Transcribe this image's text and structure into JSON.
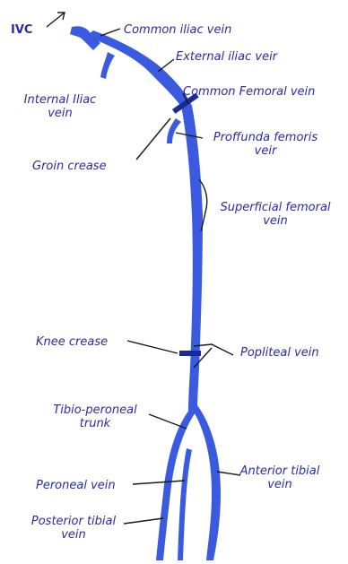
{
  "labels": {
    "ivc": "IVC",
    "common_iliac": "Common iliac vein",
    "external_iliac": "External iliac veir",
    "internal_iliac_1": "Internal Iliac",
    "internal_iliac_2": "vein",
    "common_femoral": "Common Femoral vein",
    "profunda_1": "Proffunda femoris",
    "profunda_2": "veir",
    "groin_crease": "Groin crease",
    "superficial_femoral_1": "Superficial femoral",
    "superficial_femoral_2": "vein",
    "knee_crease": "Knee crease",
    "popliteal": "Popliteal vein",
    "tibio_peroneal_1": "Tibio-peroneal",
    "tibio_peroneal_2": "trunk",
    "peroneal": "Peroneal vein",
    "anterior_tibial_1": "Anterior tibial",
    "anterior_tibial_2": "vein",
    "posterior_tibial_1": "Posterior tibial",
    "posterior_tibial_2": "vein"
  },
  "colors": {
    "vein": "#3a5be0",
    "text": "#2a2aa8",
    "crease_marker": "#1a2a9a",
    "pointer": "#1a1a1a"
  }
}
